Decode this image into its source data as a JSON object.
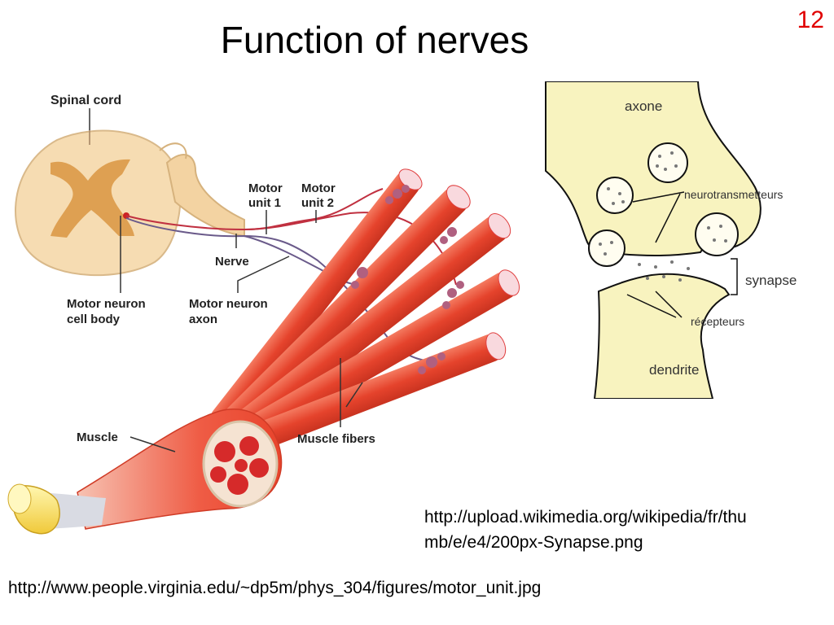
{
  "slide": {
    "title": "Function of nerves",
    "number": "12"
  },
  "motor_unit_figure": {
    "labels": {
      "spinal_cord": "Spinal cord",
      "motor_unit_1_line1": "Motor",
      "motor_unit_1_line2": "unit 1",
      "motor_unit_2_line1": "Motor",
      "motor_unit_2_line2": "unit 2",
      "nerve": "Nerve",
      "cell_body_line1": "Motor neuron",
      "cell_body_line2": "cell body",
      "axon_line1": "Motor neuron",
      "axon_line2": "axon",
      "muscle": "Muscle",
      "muscle_fibers": "Muscle fibers"
    },
    "source": "http://www.people.virginia.edu/~dp5m/phys_304/figures/motor_unit.jpg"
  },
  "synapse_figure": {
    "labels": {
      "axone": "axone",
      "neurotransmetteurs": "neurotransmetteurs",
      "synapse": "synapse",
      "recepteurs": "récepteurs",
      "dendrite": "dendrite"
    },
    "source_line1": "http://upload.wikimedia.org/wikipedia/fr/thu",
    "source_line2": "mb/e/e4/200px-Synapse.png"
  },
  "colors": {
    "title_number": "#e00000",
    "muscle": "#ee5a44",
    "synapse_fill": "#f8f3bf",
    "spinal_cord": "#f6dcb2",
    "gray_matter": "#dea052"
  }
}
